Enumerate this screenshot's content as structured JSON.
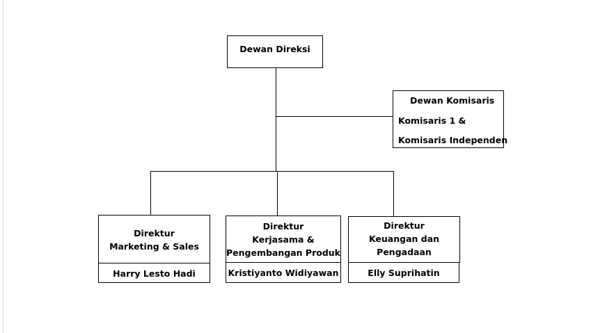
{
  "board_of_directors": {
    "title": "Dewan Direksi"
  },
  "board_of_commissioners": {
    "title": "Dewan Komisaris",
    "line1": "Komisaris 1 &",
    "line2": "Komisaris Independen"
  },
  "directors": [
    {
      "title_lines": [
        "Direktur",
        "Marketing & Sales"
      ],
      "name": "Harry Lesto Hadi"
    },
    {
      "title_lines": [
        "Direktur",
        "Kerjasama &",
        "Pengembangan Produk"
      ],
      "name": "Kristiyanto Widiyawan"
    },
    {
      "title_lines": [
        "Direktur",
        "Keuangan dan",
        "Pengadaan"
      ],
      "name": "Elly Suprihatin"
    }
  ]
}
